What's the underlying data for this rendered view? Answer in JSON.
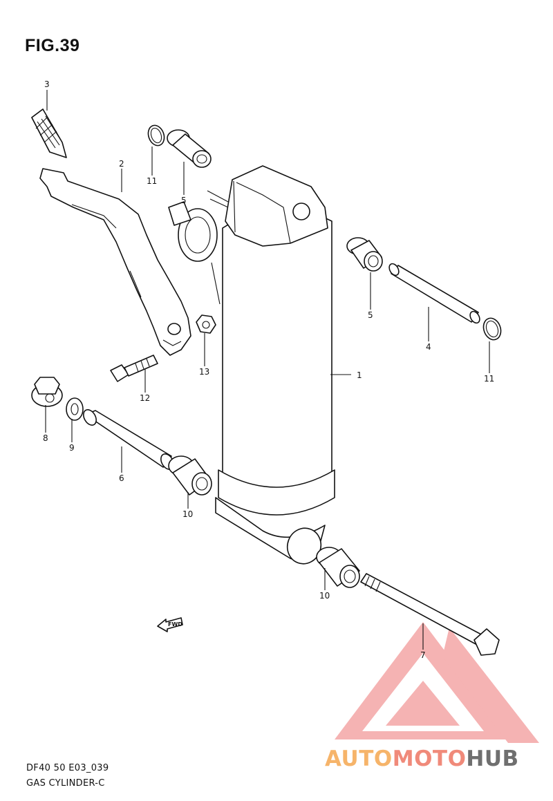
{
  "figure": {
    "title": "FIG.39",
    "code": "DF40 50 E03_039",
    "subtitle": "GAS CYLINDER-C"
  },
  "callouts": [
    "1",
    "2",
    "3",
    "4",
    "5",
    "5",
    "6",
    "7",
    "8",
    "9",
    "10",
    "10",
    "11",
    "11",
    "12",
    "13"
  ],
  "direction_marker": {
    "label": "FWD"
  },
  "watermark": {
    "parts": [
      "AUTO",
      "MOTO",
      "HUB"
    ],
    "colors": {
      "auto": "#f6b46a",
      "moto": "#f08a7a",
      "hub": "#6f6f6f",
      "triangle": "#f29a9a"
    }
  }
}
